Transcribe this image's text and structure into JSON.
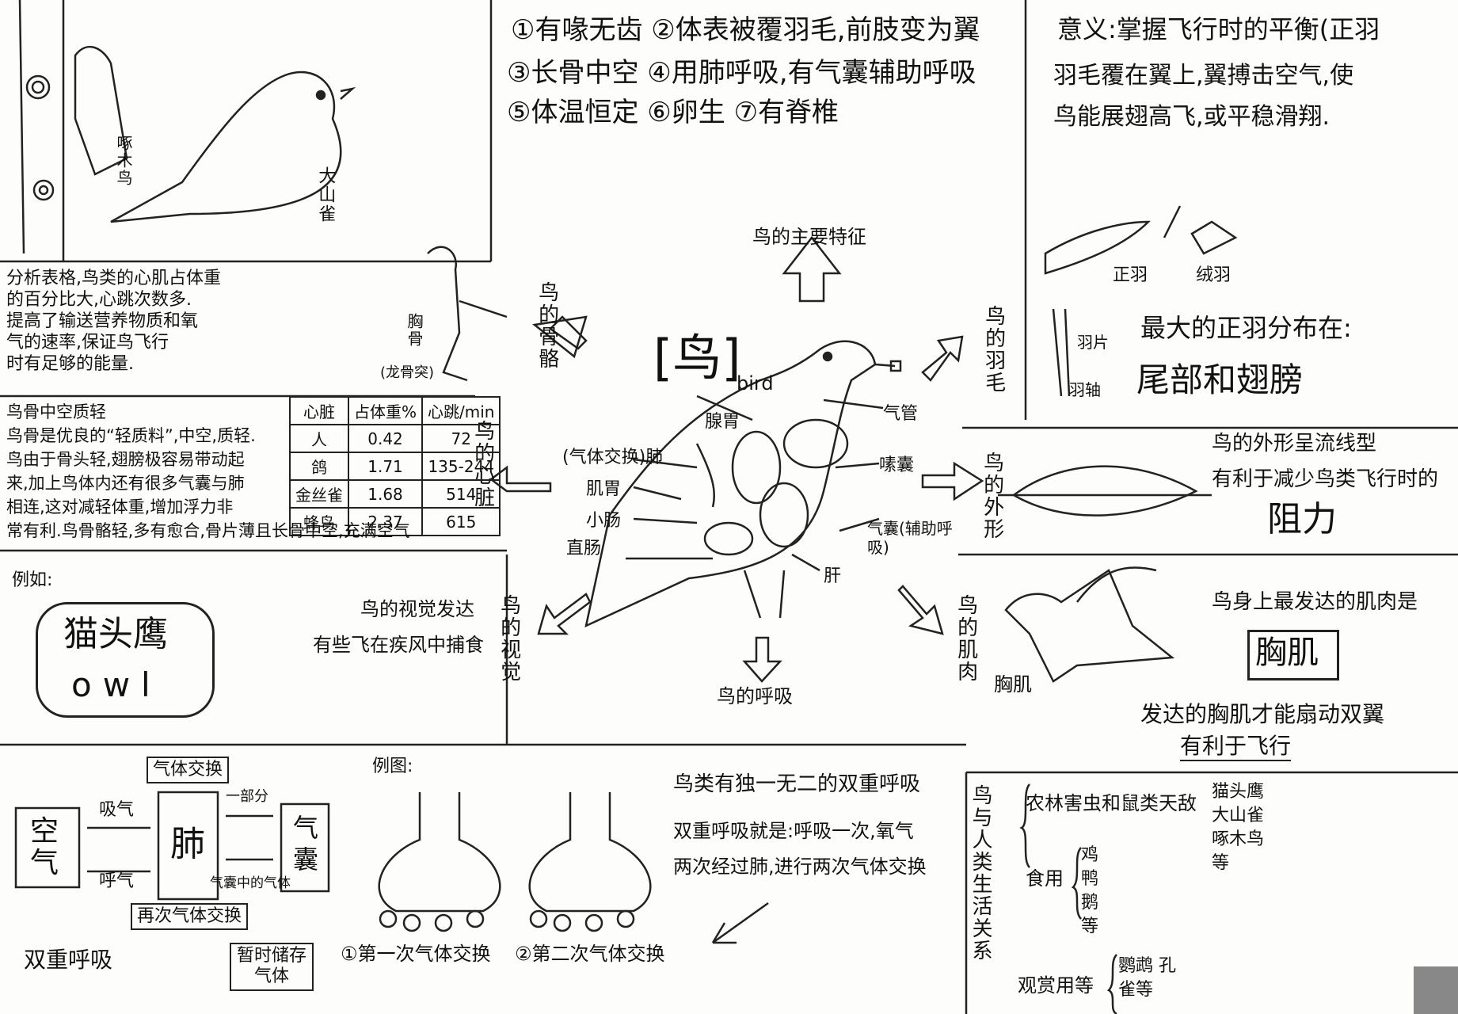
{
  "features": {
    "line1": "①有喙无齿 ②体表被覆羽毛,前肢变为翼",
    "line2": "③长骨中空 ④用肺呼吸,有气囊辅助呼吸",
    "line3": "⑤体温恒定 ⑥卵生 ⑦有脊椎"
  },
  "top_left": {
    "woodpecker": "啄木鸟",
    "tit": "大山雀"
  },
  "feather_meaning": {
    "line1": "意义:掌握飞行时的平衡(正羽",
    "line2": "羽毛覆在翼上,翼搏击空气,使",
    "line3": "鸟能展翅高飞,或平稳滑翔."
  },
  "center": {
    "title_char": "鸟",
    "title_en": "bird",
    "main_features": "鸟的主要特征",
    "skeleton": "鸟的骨骼",
    "heart": "鸟的心脏",
    "vision": "鸟的视觉",
    "respiration": "鸟的呼吸",
    "muscle": "鸟的肌肉",
    "shape": "鸟的外形",
    "feathers": "鸟的羽毛"
  },
  "organs": {
    "glandular_stomach": "腺胃",
    "trachea": "气管",
    "lung": "(气体交换)肺",
    "crop": "嗉囊",
    "gizzard": "肌胃",
    "small_intestine": "小肠",
    "rectum": "直肠",
    "air_sac": "气囊(辅助呼吸)",
    "liver": "肝"
  },
  "heart_analysis": {
    "text": [
      "分析表格,鸟类的心肌占体重",
      "的百分比大,心跳次数多.",
      "提高了输送营养物质和氧",
      "气的速率,保证鸟飞行",
      "时有足够的能量."
    ]
  },
  "skeleton_labels": {
    "sternum": "胸骨",
    "keel": "(龙骨突)"
  },
  "heart_table": {
    "headers": [
      "心脏",
      "占体重%",
      "心跳/min"
    ],
    "rows": [
      [
        "人",
        "0.42",
        "72"
      ],
      [
        "鸽",
        "1.71",
        "135-244"
      ],
      [
        "金丝雀",
        "1.68",
        "514"
      ],
      [
        "蜂鸟",
        "2.37",
        "615"
      ]
    ]
  },
  "bones": {
    "heading": "鸟骨中空质轻",
    "text": [
      "鸟骨是优良的“轻质料”,中空,质轻.",
      "鸟由于骨头轻,翅膀极容易带动起",
      "来,加上鸟体内还有很多气囊与肺",
      "相连,这对减轻体重,增加浮力非",
      "常有利.鸟骨骼轻,多有愈合,骨片薄且长骨中空,充满空气"
    ]
  },
  "feathers_panel": {
    "contour": "正羽",
    "down": "绒羽",
    "largest_q": "最大的正羽分布在:",
    "largest_a": "尾部和翅膀",
    "side1": "羽片",
    "side2": "羽轴"
  },
  "shape_panel": {
    "line1": "鸟的外形呈流线型",
    "line2": "有利于减少鸟类飞行时的",
    "line3": "阻力"
  },
  "vision_panel": {
    "example": "例如:",
    "owl_cn": "猫头鹰",
    "owl_en": "owl",
    "line1": "鸟的视觉发达",
    "line2": "有些飞在疾风中捕食"
  },
  "muscle_panel": {
    "line1": "鸟身上最发达的肌肉是",
    "answer": "胸肌",
    "label": "胸肌",
    "line2": "发达的胸肌才能扇动双翼",
    "line3": "有利于飞行"
  },
  "breathing": {
    "air": "空气",
    "inhale": "吸气",
    "exhale": "呼气",
    "lung": "肺",
    "sac": "气囊",
    "gas_exchange": "气体交换",
    "part": "一部分",
    "sac_gas": "气囊中的气体",
    "second": "再次气体交换",
    "store": "暂时储存气体",
    "title": "双重呼吸",
    "example": "例图:",
    "first_label": "①第一次气体交换",
    "second_label": "②第二次气体交换",
    "unique": "鸟类有独一无二的双重呼吸",
    "def1": "双重呼吸就是:呼吸一次,氧气",
    "def2": "两次经过肺,进行两次气体交换"
  },
  "human_relation": {
    "title": "鸟与人类生活关系",
    "enemy": "农林害虫和鼠类天敌",
    "enemy_items": "猫头鹰 大山雀 啄木鸟等",
    "food": "食用",
    "food_items": "鸡 鸭 鹅等",
    "view": "观赏用等",
    "view_items": "鹦鹉 孔雀等"
  }
}
